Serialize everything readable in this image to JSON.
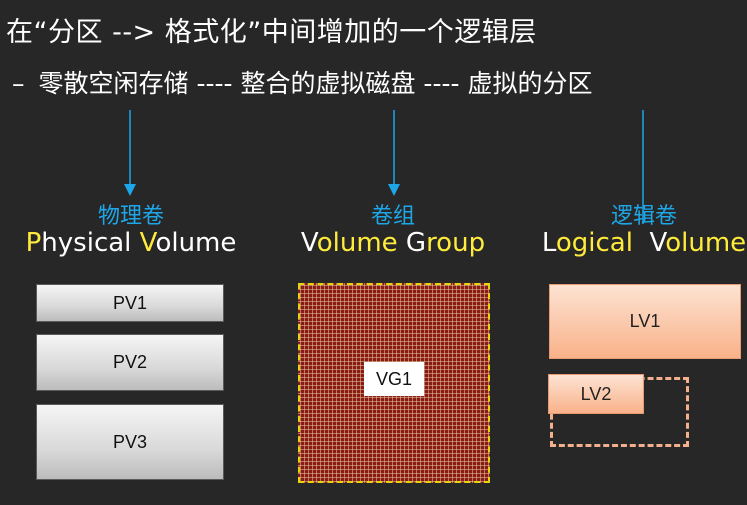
{
  "title": "在“分区 --> 格式化”中间增加的一个逻辑层",
  "subtitle": {
    "dash": "–",
    "text": "零散空闲存储 ---- 整合的虚拟磁盘 ---- 虚拟的分区"
  },
  "columns": {
    "pv": {
      "label_zh": "物理卷",
      "label_en_parts": [
        {
          "text": "P",
          "hl": true
        },
        {
          "text": "hysical ",
          "hl": false
        },
        {
          "text": "V",
          "hl": true
        },
        {
          "text": "olume",
          "hl": false
        }
      ]
    },
    "vg": {
      "label_zh": "卷组",
      "label_en_parts": [
        {
          "text": "V",
          "hl": false
        },
        {
          "text": "olume ",
          "hl": true
        },
        {
          "text": "G",
          "hl": false
        },
        {
          "text": "roup",
          "hl": true
        }
      ]
    },
    "lv": {
      "label_zh": "逻辑卷",
      "label_en_parts": [
        {
          "text": "L",
          "hl": false
        },
        {
          "text": "ogical  ",
          "hl": true
        },
        {
          "text": "V",
          "hl": false
        },
        {
          "text": "olume",
          "hl": true
        }
      ]
    }
  },
  "physical_volumes": [
    "PV1",
    "PV2",
    "PV3"
  ],
  "volume_group": "VG1",
  "logical_volumes": [
    "LV1",
    "LV2"
  ],
  "colors": {
    "background": "#272727",
    "arrow": "#1ea7e8",
    "highlight": "#ffeb3b",
    "vg_fill": "#8a1a18",
    "lv_fill": "#f9b28a"
  }
}
